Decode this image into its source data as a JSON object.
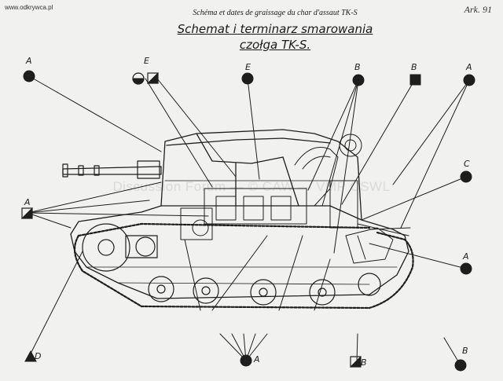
{
  "header": {
    "site": "www.odkrywca.pl",
    "sheet": "Ark. 91",
    "title_fr": "Schéma et dates de graissage du char d'assaut TK-S",
    "title_pl_1": "Schemat i terminarz smarowania",
    "title_pl_2": "czołga TK-S."
  },
  "watermark": "Discussion Forum — © CAW — VMP CSWL",
  "markers": {
    "top_left_a": "A",
    "top_e_sym": "E",
    "top_e": "E",
    "top_b1": "B",
    "top_b2": "B",
    "top_right_a": "A",
    "left_mid_a": "A",
    "right_c": "C",
    "right_a": "A",
    "bottom_d": "D",
    "bottom_a": "A",
    "bottom_b1": "B",
    "bottom_b2": "B"
  },
  "colors": {
    "ink": "#1e1e1e",
    "paper": "#f1f1ef"
  }
}
